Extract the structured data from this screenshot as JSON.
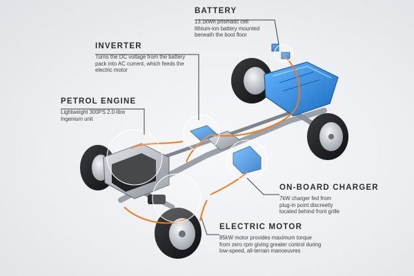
{
  "callouts": {
    "battery": {
      "title": "BATTERY",
      "lines": [
        "13.1kWh prismatic cell",
        "lithium-ion battery mounted",
        "beneath the boot floor"
      ]
    },
    "inverter": {
      "title": "INVERTER",
      "lines": [
        "Turns the DC voltage from the battery",
        "pack into AC current, which feeds the",
        "electric motor"
      ]
    },
    "petrol_engine": {
      "title": "PETROL ENGINE",
      "lines": [
        "Lightweight 300PS 2.0-litre",
        "Ingenium unit"
      ]
    },
    "on_board_charger": {
      "title": "ON-BOARD CHARGER",
      "lines": [
        "7kW charger fed from",
        "plug-in point discreetly",
        "located behind front grille"
      ]
    },
    "electric_motor": {
      "title": "ELECTRIC MOTOR",
      "lines": [
        "85kW motor provides maximum torque",
        "from zero rpm giving greater control during",
        "low-speed, all-terrain manoeuvres"
      ]
    }
  },
  "colors": {
    "background": "#eceef1",
    "component_blue": "#2f8fe0",
    "cable_orange": "#f07a1e",
    "leader_line": "#3a3d42",
    "text": "#2a2d31"
  },
  "icons": {
    "wheel": "wheel-icon",
    "component": "component-icon"
  }
}
